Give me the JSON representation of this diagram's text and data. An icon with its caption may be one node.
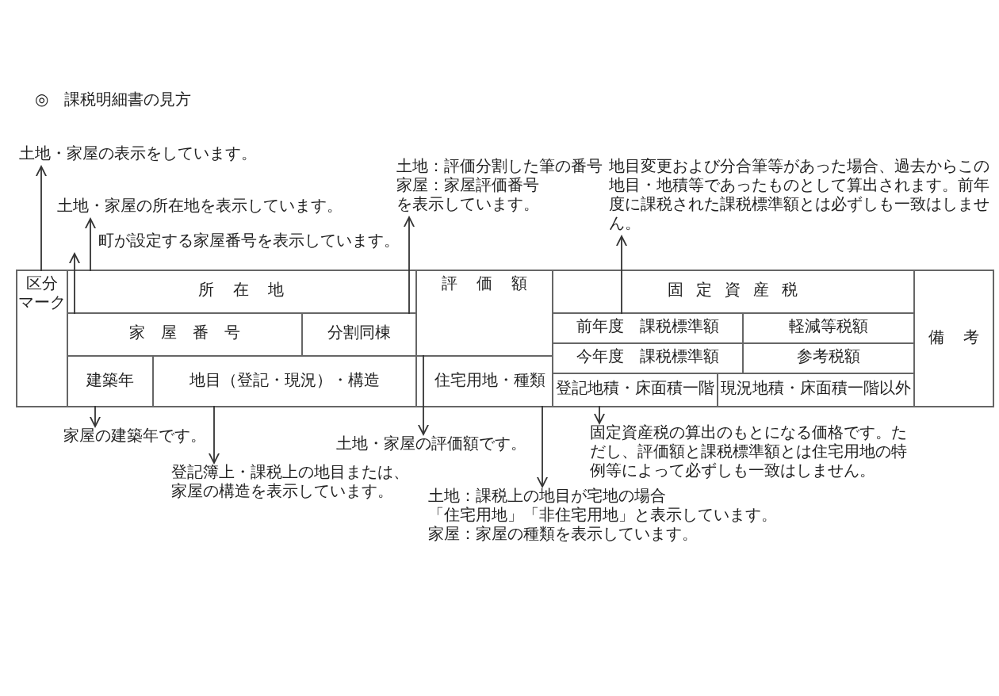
{
  "diagram": {
    "title": "◎　課税明細書の見方",
    "nodes": [
      {
        "text": [
          "区分",
          "マーク"
        ]
      },
      {
        "text": [
          "所在地"
        ]
      },
      {
        "text": [
          "評価額"
        ]
      },
      {
        "text": [
          "固定資産税"
        ]
      },
      {
        "text": [
          "備考"
        ]
      },
      {
        "text": [
          "家屋番号"
        ]
      },
      {
        "text": [
          "分割同棟"
        ]
      },
      {
        "text": [
          "前年度　課税標準額"
        ]
      },
      {
        "text": [
          "軽減等税額"
        ]
      },
      {
        "text": [
          "今年度　課税標準額"
        ]
      },
      {
        "text": [
          "参考税額"
        ]
      },
      {
        "text": [
          "建築年"
        ]
      },
      {
        "text": [
          "地目（登記・現況）・構造"
        ]
      },
      {
        "text": [
          "住宅用地・種類"
        ]
      },
      {
        "text": [
          "登記地積・床面積一階"
        ]
      },
      {
        "text": [
          "現況地積・床面積一階以外"
        ]
      },
      {
        "text": [
          "土地・家屋の表示をしています。"
        ]
      },
      {
        "text": [
          "土地・家屋の所在地を表示しています。"
        ]
      },
      {
        "text": [
          "町が設定する家屋番号を表示しています。"
        ]
      },
      {
        "text": [
          "土地：評価分割した筆の番号",
          "家屋：家屋評価番号",
          "を表示しています。"
        ]
      },
      {
        "text": [
          "地目変更および分合筆等があった場合、過去からこの地目・地積等であったものとして算出されます。前年度に課税された課税標準額とは必ずしも一致はしません。"
        ]
      },
      {
        "text": [
          "家屋の建築年です。"
        ]
      },
      {
        "text": [
          "登記簿上・課税上の地目または、家屋の構造を表示しています。"
        ]
      },
      {
        "text": [
          "土地・家屋の評価額です。"
        ]
      },
      {
        "text": [
          "土地：課税上の地目が宅地の場合",
          "「住宅用地」「非住宅用地」と表示しています。",
          "家屋：家屋の種類を表示しています。"
        ]
      },
      {
        "text": [
          "固定資産税の算出のもとになる価格です。ただし、評価額と課税標準額とは住宅用地の特例等によって必ずしも一致はしません。"
        ]
      }
    ],
    "edges": [
      {
        "from": 0,
        "to": 16,
        "arrow": "to"
      },
      {
        "from": 1,
        "to": 17,
        "arrow": "to"
      },
      {
        "from": 5,
        "to": 18,
        "arrow": "to"
      },
      {
        "from": 6,
        "to": 19,
        "arrow": "to"
      },
      {
        "from": 7,
        "to": 20,
        "arrow": "to"
      },
      {
        "from": 11,
        "to": 21,
        "arrow": "to"
      },
      {
        "from": 12,
        "to": 22,
        "arrow": "to"
      },
      {
        "from": 2,
        "to": 23,
        "arrow": "to"
      },
      {
        "from": 13,
        "to": 24,
        "arrow": "to"
      },
      {
        "from": 14,
        "to": 25,
        "arrow": "to"
      }
    ]
  }
}
